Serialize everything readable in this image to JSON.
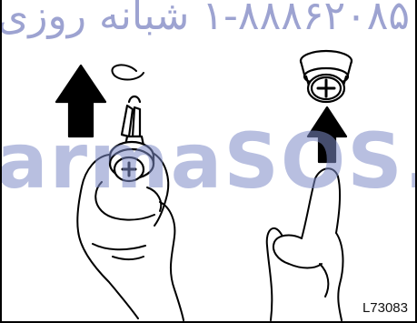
{
  "figure_code": "L73083",
  "watermark_top": "۱-۸۸۸۶۲۰۸۵ شبانه روزی:",
  "watermark_mid": "armaSOS.co",
  "panels": [
    {
      "id": "left",
      "action": "push-up-arrow",
      "icons": [
        "arrow-up-icon",
        "retaining-ring-icon",
        "clip-pin-icon",
        "phillips-screw-head-icon",
        "hand-icon"
      ]
    },
    {
      "id": "right",
      "action": "push-up-arrow",
      "icons": [
        "arrow-up-icon",
        "clip-cap-icon",
        "phillips-screw-head-icon",
        "pointing-finger-icon"
      ]
    }
  ],
  "colors": {
    "line": "#000000",
    "watermark": "#7f8cc8",
    "background": "#ffffff"
  }
}
